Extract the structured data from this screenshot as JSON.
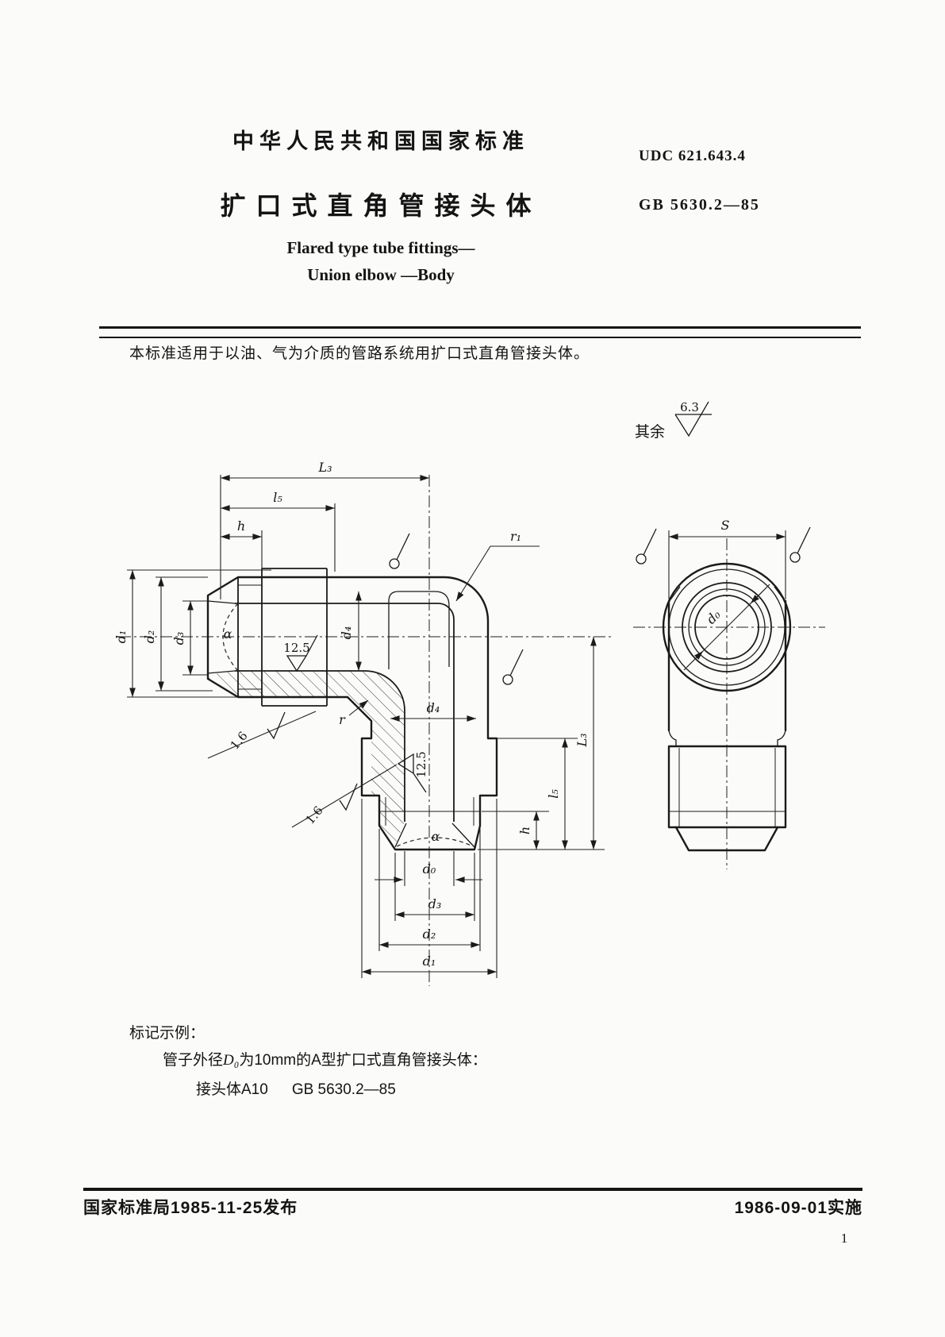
{
  "header": {
    "standard_org": "中华人民共和国国家标准",
    "title_zh": "扩口式直角管接头体",
    "title_en_line1": "Flared type tube fittings—",
    "title_en_line2": "Union elbow —Body",
    "udc": "UDC 621.643.4",
    "standard_no": "GB 5630.2—85"
  },
  "intro": {
    "scope": "本标准适用于以油、气为介质的管路系统用扩口式直角管接头体。"
  },
  "drawing": {
    "surface_note": {
      "prefix": "其余",
      "value": "6.3"
    },
    "labels": {
      "L3": "L₃",
      "l5": "l₅",
      "h": "h",
      "d0": "d₀",
      "d1": "d₁",
      "d2": "d₂",
      "d3": "d₃",
      "d4": "d₄",
      "r": "r",
      "r1": "r₁",
      "alpha": "α",
      "S": "S",
      "rough_coarse": "12.5",
      "rough_fine": "1.6"
    }
  },
  "marking": {
    "heading": "标记示例：",
    "line_prefix": "管子外径",
    "line_var": "D₀",
    "line_suffix": "为10mm的A型扩口式直角管接头体：",
    "designation": "接头体A10",
    "designation_std": "GB 5630.2—85"
  },
  "footer": {
    "issued": "国家标准局1985-11-25发布",
    "implemented": "1986-09-01实施",
    "page_number": "1"
  }
}
